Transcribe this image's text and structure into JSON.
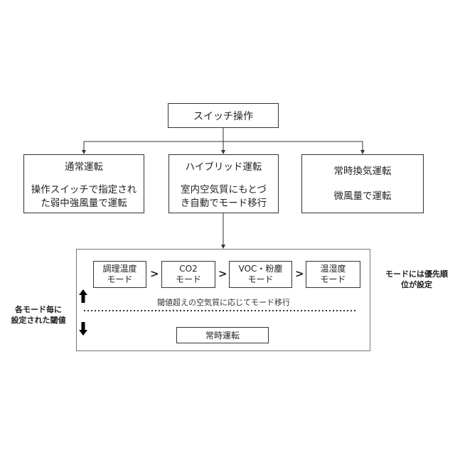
{
  "switch": {
    "label": "スイッチ操作"
  },
  "modes": [
    {
      "title": "通常運転",
      "lines": [
        "操作スイッチで指定され",
        "た弱中強風量で運転"
      ]
    },
    {
      "title": "ハイブリッド運転",
      "lines": [
        "室内空気質にもとづ",
        "き自動でモード移行"
      ]
    },
    {
      "title": "常時換気運転",
      "lines": [
        "微風量で運転"
      ]
    }
  ],
  "sub_modes": [
    {
      "line1": "調理温度",
      "line2": "モード"
    },
    {
      "line1": "CO2",
      "line2": "モード"
    },
    {
      "line1": "VOC・粉塵",
      "line2": "モード"
    },
    {
      "line1": "温湿度",
      "line2": "モード"
    }
  ],
  "separator": ">",
  "threshold_note": "閾値超えの空気質に応じてモード移行",
  "always_mode": {
    "label": "常時運転"
  },
  "left_note": [
    "各モード毎に",
    "設定された閾値"
  ],
  "right_note": [
    "モードには優先順",
    "位が設定"
  ]
}
